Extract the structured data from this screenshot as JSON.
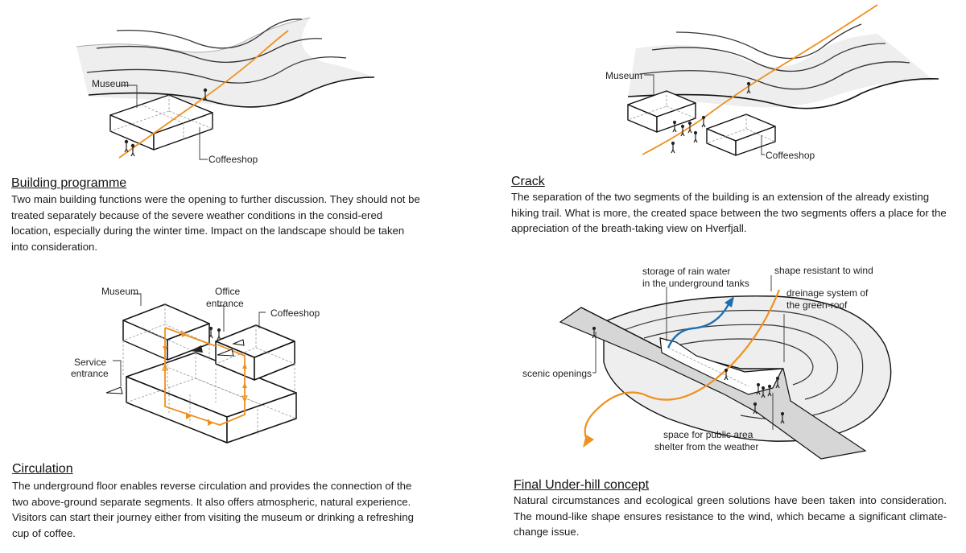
{
  "panels": {
    "building_programme": {
      "title": "Building programme",
      "text": "Two main building functions were the opening to further discussion. They should not be treated separately because of the severe weather conditions in the consid-ered location, especially during the winter time. Impact on the landscape should be taken into consideration.",
      "labels": {
        "museum": "Museum",
        "coffeeshop": "Coffeeshop"
      }
    },
    "crack": {
      "title": "Crack",
      "text": "The separation of the two segments of the building is an extension of the already existing hiking trail. What is more, the created space between the two segments offers a place for the appreciation of the breath-taking view on Hverfjall.",
      "labels": {
        "museum": "Museum",
        "coffeeshop": "Coffeeshop"
      }
    },
    "circulation": {
      "title": "Circulation",
      "text": "The underground floor enables reverse circulation and provides the connection of the two above-ground separate segments. It also offers atmospheric, natural experience. Visitors can start their journey either from visiting the museum or drinking a refreshing cup of coffee.",
      "labels": {
        "museum": "Museum",
        "office_entrance_line1": "Office",
        "office_entrance_line2": "entrance",
        "coffeeshop": "Coffeeshop",
        "service_entrance_line1": "Service",
        "service_entrance_line2": "entrance"
      }
    },
    "final": {
      "title": "Final Under-hill concept",
      "text": "Natural circumstances and ecological green solutions have been taken into consideration. The mound-like shape ensures resistance to the wind, which became a significant climate-change issue.",
      "labels": {
        "storage_line1": "storage of rain water",
        "storage_line2": "in the underground tanks",
        "shape_resistant": "shape resistant to wind",
        "dreinage_line1": "dreinage system of",
        "dreinage_line2": "the green-roof",
        "scenic": "scenic openings",
        "public_line1": "space for public area",
        "public_line2": "shelter from the weather"
      }
    }
  },
  "colors": {
    "trail": "#f0901e",
    "water": "#1f6fb0",
    "terrain": "#ececec",
    "line": "#111111"
  }
}
